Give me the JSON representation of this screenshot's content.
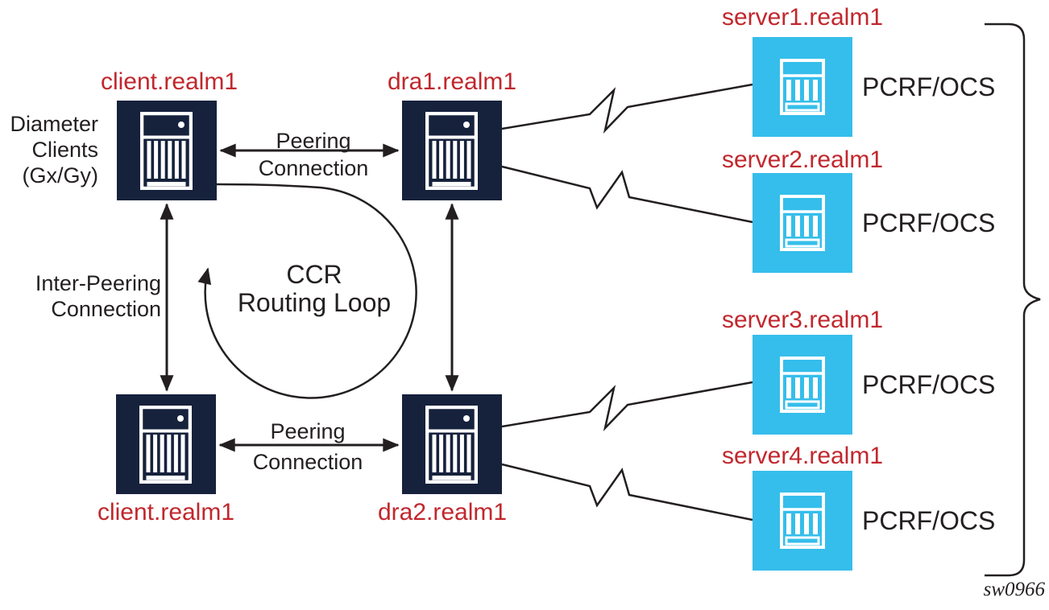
{
  "nodes": {
    "client_top": {
      "label": "client.realm1"
    },
    "dra1": {
      "label": "dra1.realm1"
    },
    "client_bottom": {
      "label": "client.realm1"
    },
    "dra2": {
      "label": "dra2.realm1"
    },
    "server1": {
      "label": "server1.realm1",
      "role": "PCRF/OCS"
    },
    "server2": {
      "label": "server2.realm1",
      "role": "PCRF/OCS"
    },
    "server3": {
      "label": "server3.realm1",
      "role": "PCRF/OCS"
    },
    "server4": {
      "label": "server4.realm1",
      "role": "PCRF/OCS"
    }
  },
  "annotations": {
    "diameter_clients": [
      "Diameter",
      "Clients",
      "(Gx/Gy)"
    ],
    "peering_top": [
      "Peering",
      "Connection"
    ],
    "peering_bottom": [
      "Peering",
      "Connection"
    ],
    "inter_peering": [
      "Inter-Peering",
      "Connection"
    ],
    "ccr_loop": [
      "CCR",
      "Routing Loop"
    ]
  },
  "caption": "sw0966",
  "colors": {
    "node_navy": "#16213C",
    "server_cyan": "#35BEEB",
    "label_red": "#C1272D",
    "line_black": "#231F20",
    "icon_white": "#FFFFFF",
    "background": "#FFFFFF"
  }
}
